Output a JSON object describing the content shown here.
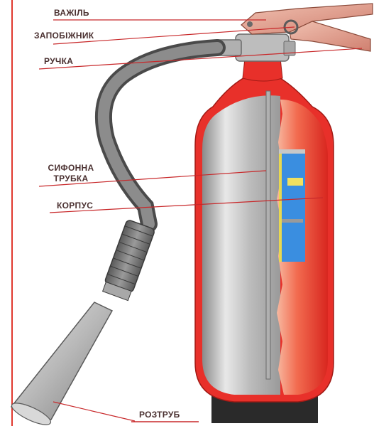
{
  "diagram": {
    "labels": {
      "lever": "ВАЖІЛЬ",
      "safety_pin": "ЗАПОБІЖНИК",
      "handle": "РУЧКА",
      "siphon_tube_line1": "СИФОННА",
      "siphon_tube_line2": "ТРУБКА",
      "body": "КОРПУС",
      "horn": "РОЗТРУБ"
    },
    "colors": {
      "label_text": "#4a3030",
      "underline": "#c8282a",
      "border_line": "#e0382e",
      "cylinder_red": "#e8302a",
      "cylinder_silver": "#c8c8c8",
      "extinguishing_agent": "#3a8ee0",
      "base": "#2a2a2a"
    }
  }
}
